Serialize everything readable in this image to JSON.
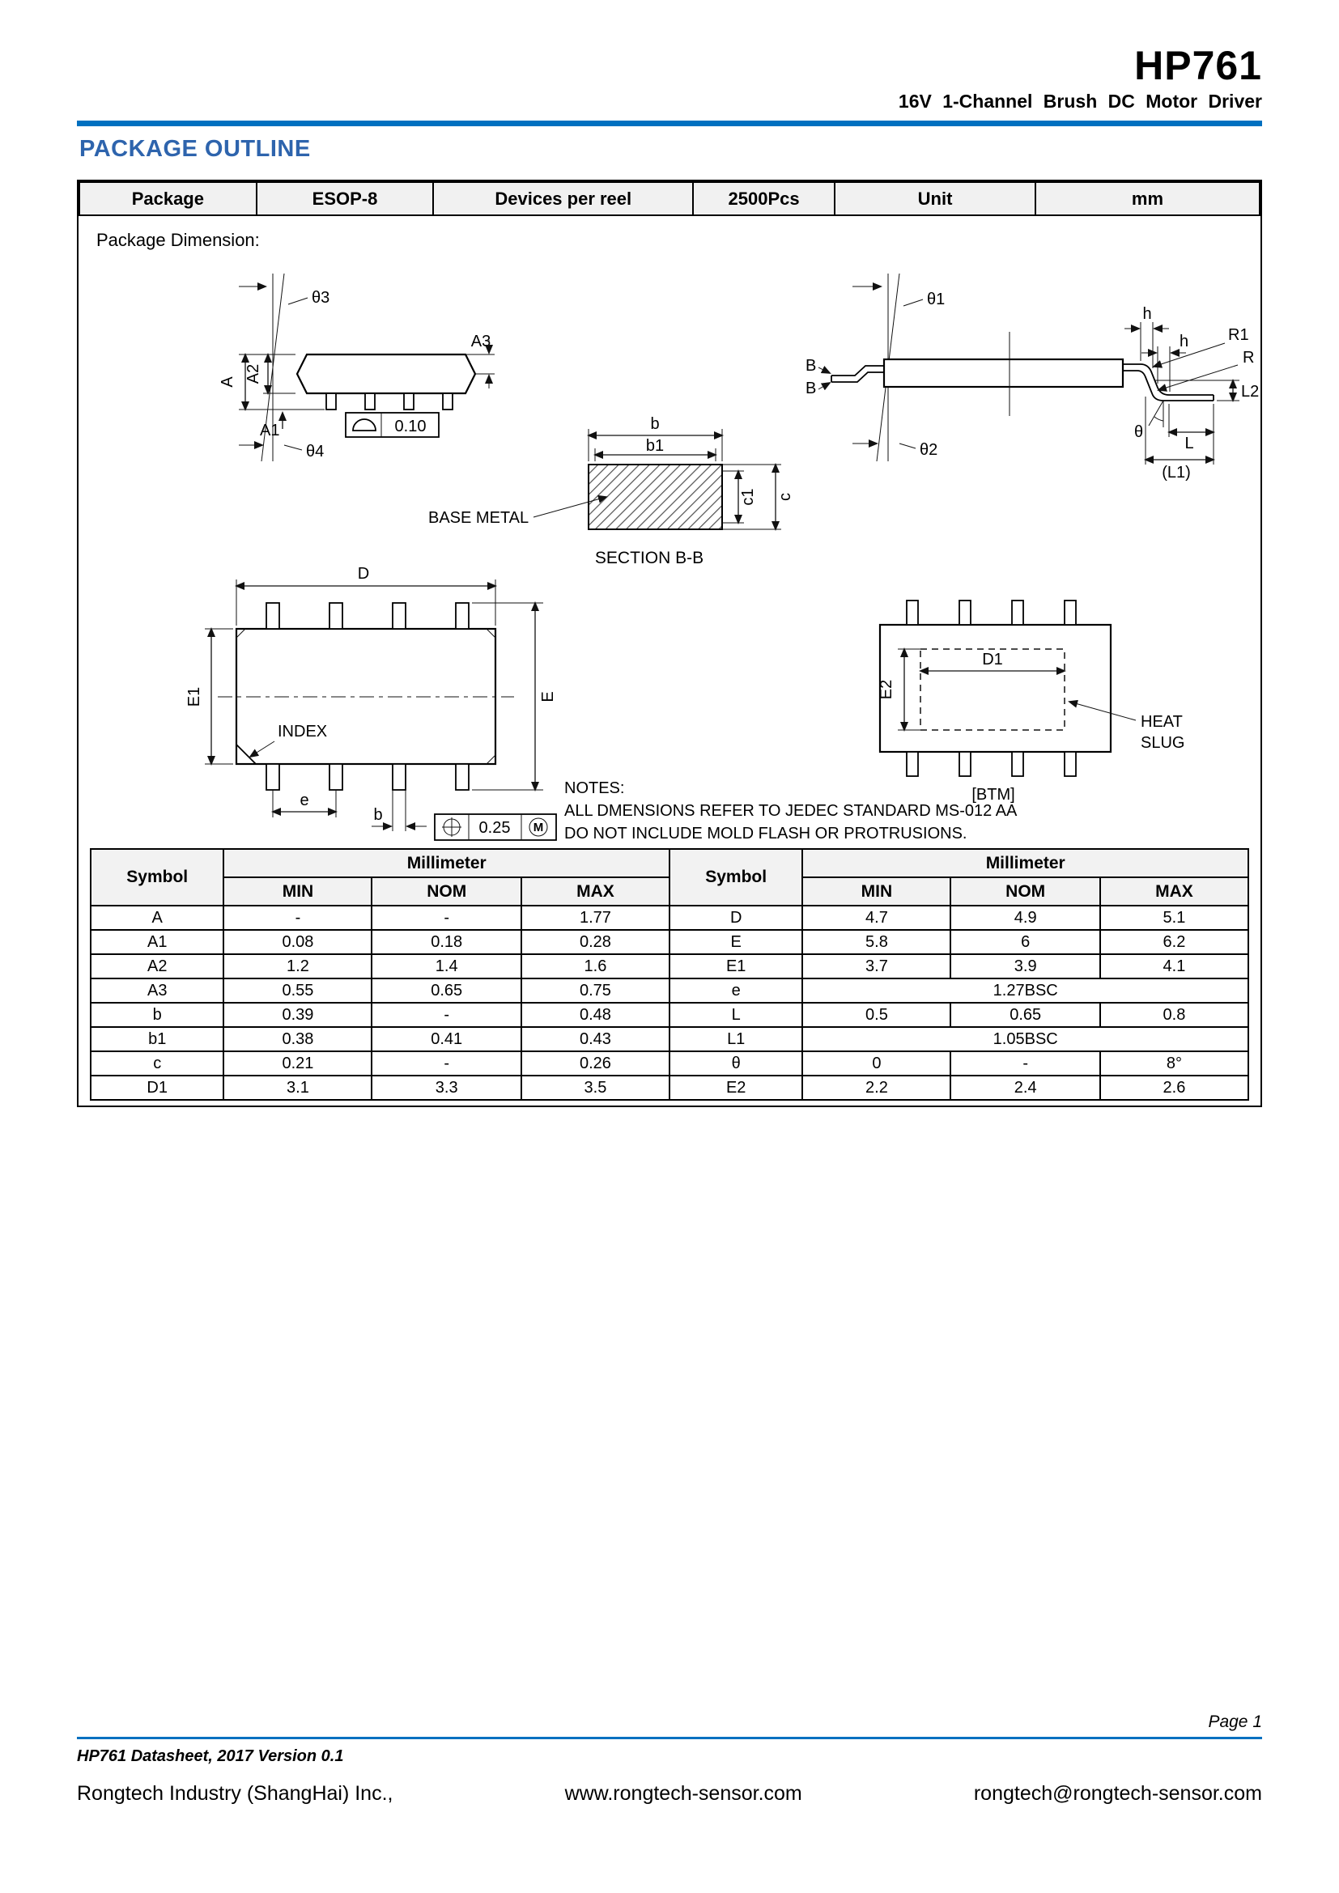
{
  "colors": {
    "rule_blue": "#0070c0",
    "heading_blue": "#2e64ad",
    "table_header_bg": "#f2f2f2"
  },
  "header": {
    "title": "HP761",
    "subtitle": "16V 1-Channel Brush DC Motor Driver"
  },
  "section_title": "PACKAGE OUTLINE",
  "package_info": {
    "package_label": "Package",
    "package_value": "ESOP-8",
    "devices_label": "Devices per reel",
    "devices_value": "2500Pcs",
    "unit_label": "Unit",
    "unit_value": "mm"
  },
  "package_dimension_label": "Package Dimension:",
  "drawing": {
    "left_view": {
      "theta3": "θ3",
      "theta4": "θ4",
      "A": "A",
      "A1": "A1",
      "A2": "A2",
      "A3": "A3",
      "flatness_value": "0.10"
    },
    "right_view": {
      "theta1": "θ1",
      "theta2": "θ2",
      "B": "B",
      "h": "h",
      "R1": "R1",
      "R": "R",
      "L2": "L2",
      "theta": "θ",
      "L": "L",
      "L1": "(L1)"
    },
    "section": {
      "b": "b",
      "b1": "b1",
      "c": "c",
      "c1": "c1",
      "base_metal": "BASE METAL",
      "caption": "SECTION  B-B"
    },
    "top_view": {
      "D": "D",
      "E": "E",
      "E1": "E1",
      "index": "INDEX",
      "e": "e",
      "b": "b",
      "tolerance": "0.25",
      "modifier": "M"
    },
    "bottom_view": {
      "D1": "D1",
      "E2": "E2",
      "heat_slug_line1": "HEAT",
      "heat_slug_line2": "SLUG",
      "btm": "[BTM]"
    }
  },
  "notes": {
    "title": "NOTES:",
    "line1": "ALL DMENSIONS REFER TO JEDEC STANDARD MS-012 AA",
    "line2": "DO NOT INCLUDE MOLD FLASH OR PROTRUSIONS."
  },
  "dim_table": {
    "symbol_header": "Symbol",
    "mm_header": "Millimeter",
    "min": "MIN",
    "nom": "NOM",
    "max": "MAX",
    "rows": [
      [
        "A",
        "-",
        "-",
        "1.77",
        "D",
        "4.7",
        "4.9",
        "5.1"
      ],
      [
        "A1",
        "0.08",
        "0.18",
        "0.28",
        "E",
        "5.8",
        "6",
        "6.2"
      ],
      [
        "A2",
        "1.2",
        "1.4",
        "1.6",
        "E1",
        "3.7",
        "3.9",
        "4.1"
      ],
      [
        "A3",
        "0.55",
        "0.65",
        "0.75",
        "e",
        "1.27BSC"
      ],
      [
        "b",
        "0.39",
        "-",
        "0.48",
        "L",
        "0.5",
        "0.65",
        "0.8"
      ],
      [
        "b1",
        "0.38",
        "0.41",
        "0.43",
        "L1",
        "1.05BSC"
      ],
      [
        "c",
        "0.21",
        "-",
        "0.26",
        "θ",
        "0",
        "-",
        "8°"
      ],
      [
        "D1",
        "3.1",
        "3.3",
        "3.5",
        "E2",
        "2.2",
        "2.4",
        "2.6"
      ]
    ]
  },
  "footer": {
    "page": "Page 1",
    "meta": "HP761 Datasheet, 2017 Version 0.1",
    "company": "Rongtech Industry (ShangHai) Inc.,",
    "website": "www.rongtech-sensor.com",
    "email": "rongtech@rongtech-sensor.com"
  }
}
